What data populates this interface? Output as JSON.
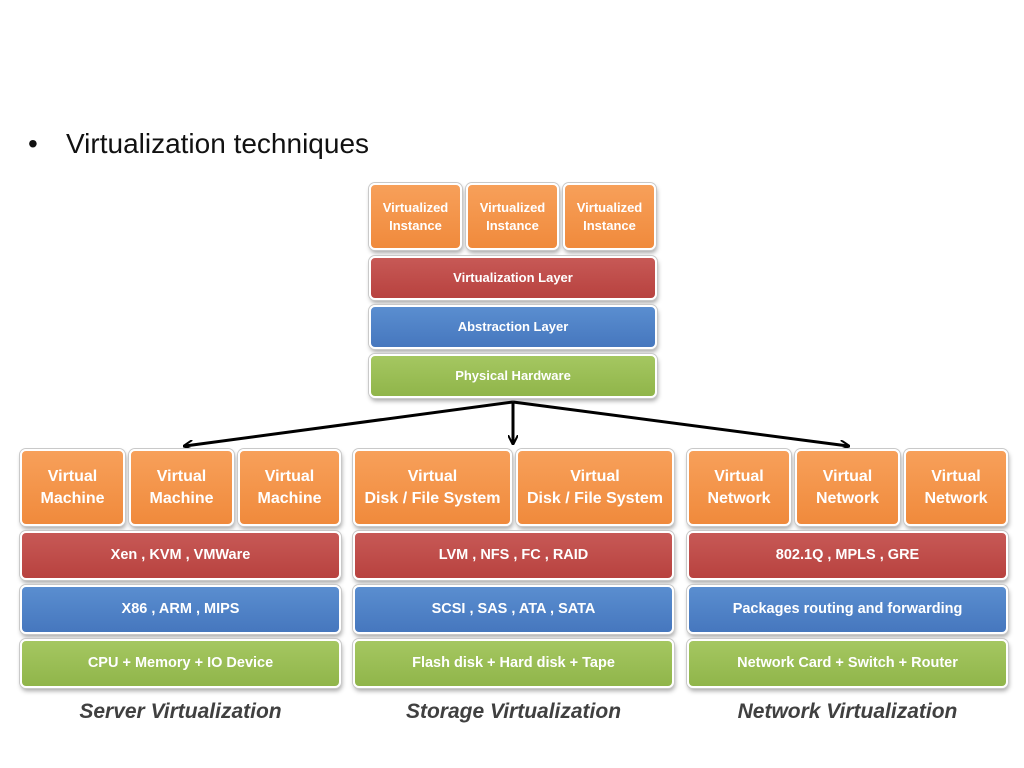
{
  "bullet": {
    "marker": "•",
    "text": "Virtualization techniques"
  },
  "top_stack": {
    "instances": [
      "Virtualized\nInstance",
      "Virtualized\nInstance",
      "Virtualized\nInstance"
    ],
    "virtualization_layer": "Virtualization Layer",
    "abstraction_layer": "Abstraction Layer",
    "physical_hardware": "Physical Hardware"
  },
  "server": {
    "machines": [
      "Virtual\nMachine",
      "Virtual\nMachine",
      "Virtual\nMachine"
    ],
    "virtualization": "Xen , KVM , VMWare",
    "abstraction": "X86 , ARM , MIPS",
    "hardware": "CPU + Memory + IO Device",
    "caption": "Server Virtualization"
  },
  "storage": {
    "disks": [
      "Virtual\nDisk / File System",
      "Virtual\nDisk / File System"
    ],
    "virtualization": "LVM , NFS , FC , RAID",
    "abstraction": "SCSI , SAS , ATA , SATA",
    "hardware": "Flash disk + Hard disk + Tape",
    "caption": "Storage Virtualization"
  },
  "network": {
    "networks": [
      "Virtual\nNetwork",
      "Virtual\nNetwork",
      "Virtual\nNetwork"
    ],
    "virtualization": "802.1Q , MPLS , GRE",
    "abstraction": "Packages routing and forwarding",
    "hardware": "Network Card + Switch + Router",
    "caption": "Network Virtualization"
  },
  "colors": {
    "instance": "#f08a3c",
    "virtualization_layer": "#b8423f",
    "abstraction_layer": "#4677be",
    "hardware": "#90b54a",
    "caption": "#404040"
  }
}
